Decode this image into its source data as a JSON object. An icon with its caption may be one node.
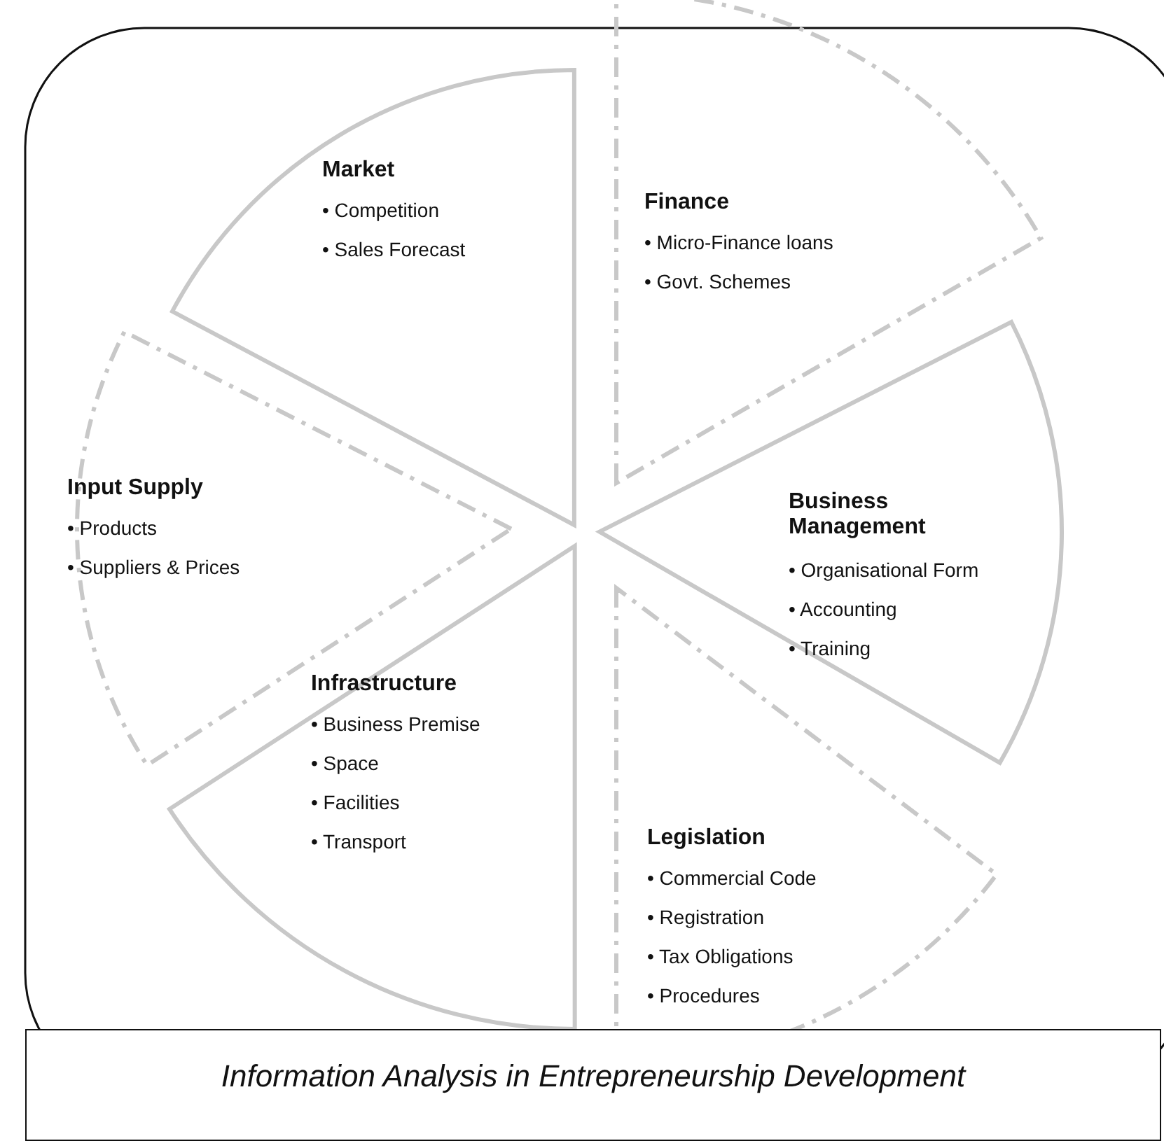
{
  "diagram": {
    "caption": "Information Analysis in Entrepreneurship Development",
    "nodes": [
      {
        "text": [
          "Market",
          "• Competition",
          "• Sales Forecast"
        ]
      },
      {
        "text": [
          "Finance",
          "• Micro-Finance loans",
          "• Govt. Schemes"
        ]
      },
      {
        "text": [
          "Input Supply",
          "• Products",
          "• Suppliers & Prices"
        ]
      },
      {
        "text": [
          "Business Management",
          "• Organisational Form",
          "• Accounting",
          "• Training"
        ]
      },
      {
        "text": [
          "Infrastructure",
          "• Business Premise",
          "• Space",
          "• Facilities",
          "• Transport"
        ]
      },
      {
        "text": [
          "Legislation",
          "• Commercial Code",
          "• Registration",
          "• Tax Obligations",
          "• Procedures"
        ]
      }
    ],
    "edges": []
  }
}
